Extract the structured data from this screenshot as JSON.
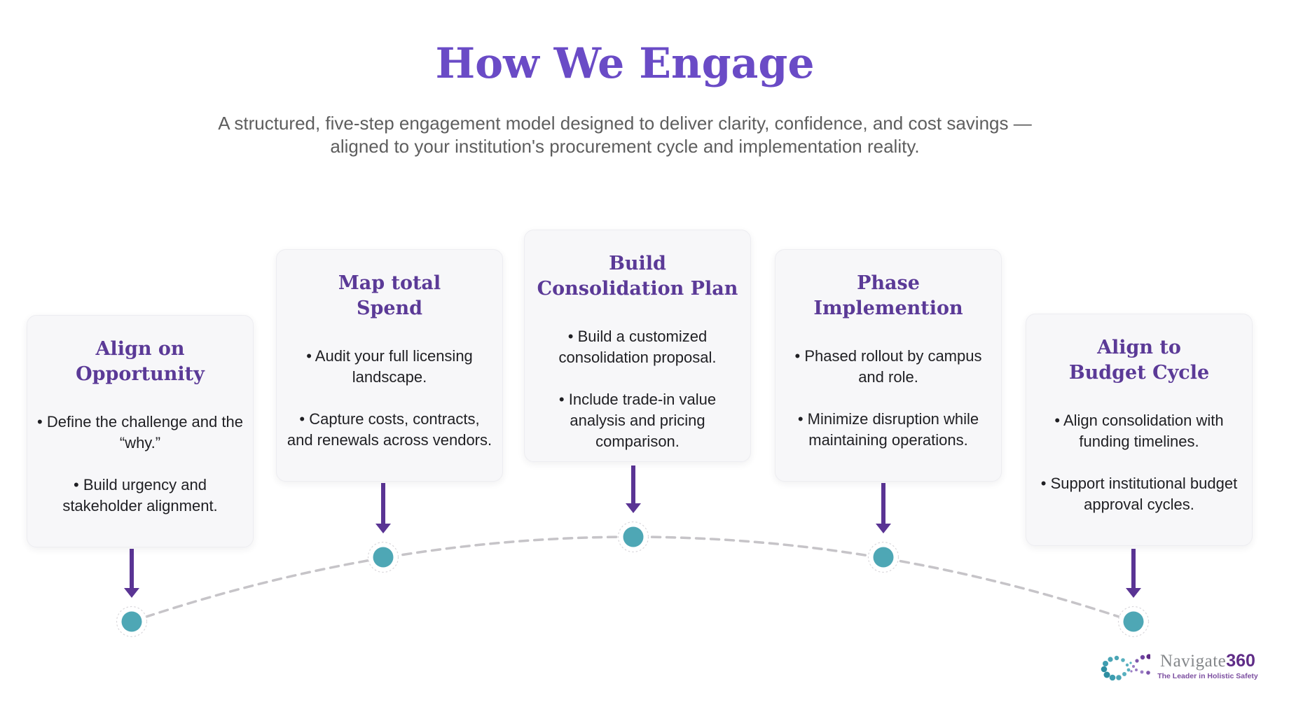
{
  "slide": {
    "title": "How We Engage",
    "subtitle": "A structured, five-step engagement model designed to deliver clarity, confidence, and cost savings —\naligned to your institution's procurement cycle and implementation reality."
  },
  "steps": [
    {
      "title": "Align on\nOpportunity",
      "bullets": [
        "• Define the challenge and the “why.”",
        "• Build urgency and stakeholder alignment."
      ]
    },
    {
      "title": "Map total\nSpend",
      "bullets": [
        "• Audit your full licensing landscape.",
        "• Capture costs, contracts, and renewals across vendors."
      ]
    },
    {
      "title": "Build\nConsolidation Plan",
      "bullets": [
        "• Build a customized consolidation proposal.",
        "• Include trade-in value analysis and pricing comparison."
      ]
    },
    {
      "title": "Phase\nImplemention",
      "bullets": [
        "• Phased rollout by campus and role.",
        "• Minimize disruption while maintaining operations."
      ]
    },
    {
      "title": "Align to\nBudget Cycle",
      "bullets": [
        "• Align consolidation with funding timelines.",
        "• Support institutional budget approval cycles."
      ]
    }
  ],
  "logo": {
    "name": "Navigate",
    "number": "360",
    "tagline": "The Leader in Holistic Safety"
  },
  "colors": {
    "title_purple": "#6a4bc6",
    "card_title_purple": "#5b3a97",
    "arrow_purple": "#5a3494",
    "teal": "#4ea7b5",
    "dash_gray": "#c6c4c8",
    "card_bg": "#f7f7f9",
    "subtitle_gray": "#5e5e5e",
    "body_text": "#1f1f23",
    "logo_gray": "#85888b",
    "logo_purple": "#5f2c87",
    "tagline_purple": "#7d50a1"
  }
}
